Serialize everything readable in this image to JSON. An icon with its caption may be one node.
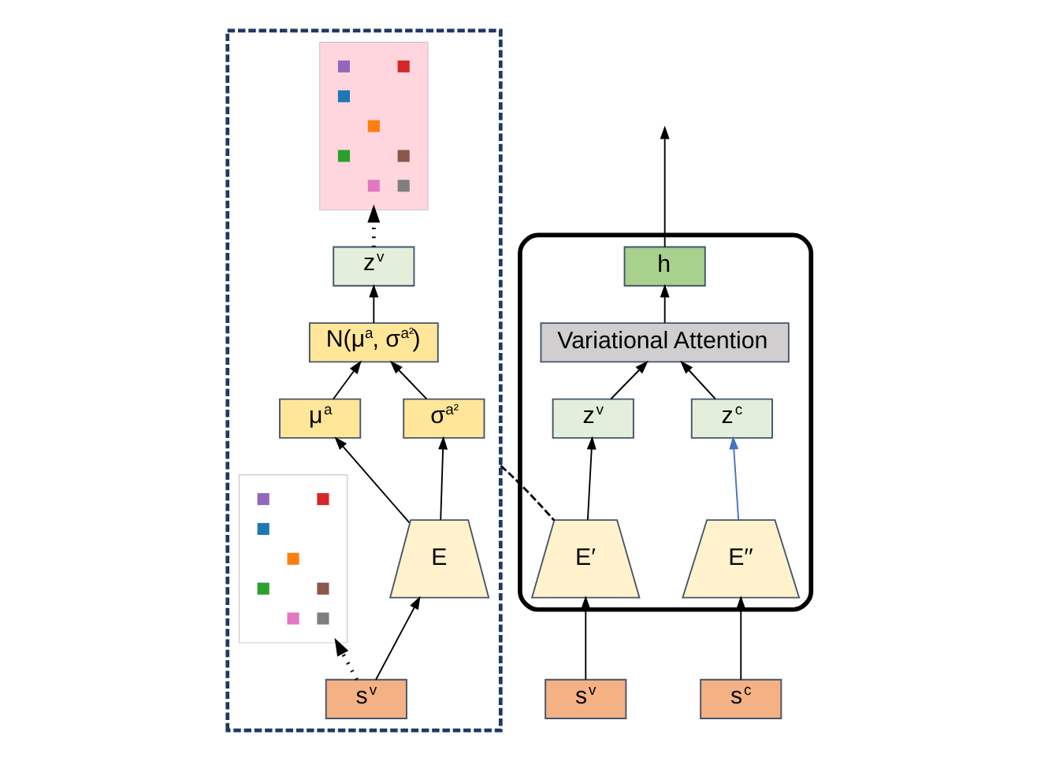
{
  "diagram": {
    "nodes": [
      {
        "text": [],
        "shape": "box"
      },
      {
        "text": [],
        "shape": "picture",
        "in": 0
      },
      {
        "text": [
          "z$^{v}$"
        ],
        "in": 0
      },
      {
        "text": [
          "N(μ$^{a}$, σ$^{a²}$)"
        ],
        "in": 0
      },
      {
        "text": [
          "μ$^{a}$"
        ],
        "in": 0
      },
      {
        "text": [
          "σ$^{a²}$"
        ],
        "in": 0
      },
      {
        "text": [],
        "shape": "picture",
        "in": 0
      },
      {
        "text": [
          "E"
        ],
        "in": 0
      },
      {
        "text": [
          "s$^{v}$"
        ],
        "in": 0
      },
      {
        "text": [],
        "shape": "box"
      },
      {
        "text": [
          "h"
        ],
        "in": 9
      },
      {
        "text": [
          "Variational Attention"
        ],
        "in": 9
      },
      {
        "text": [
          "z$^{v}$"
        ],
        "in": 9
      },
      {
        "text": [
          "z$^{c}$"
        ],
        "in": 9
      },
      {
        "text": [
          "E′"
        ],
        "in": 9
      },
      {
        "text": [
          "E′′"
        ],
        "in": 9
      },
      {
        "text": [
          "s$^{v}$"
        ]
      },
      {
        "text": [
          "s$^{c}$"
        ]
      }
    ],
    "edges": [
      {
        "from": 2,
        "to": 1,
        "arrow": "to",
        "style": "dashed"
      },
      {
        "from": 3,
        "to": 2,
        "arrow": "to"
      },
      {
        "from": 4,
        "to": 3,
        "arrow": "to"
      },
      {
        "from": 5,
        "to": 3,
        "arrow": "to"
      },
      {
        "from": 7,
        "to": 4,
        "arrow": "to"
      },
      {
        "from": 7,
        "to": 5,
        "arrow": "to"
      },
      {
        "from": 8,
        "to": 7,
        "arrow": "to"
      },
      {
        "from": 8,
        "to": 6,
        "arrow": "to",
        "style": "dashed"
      },
      {
        "from": 0,
        "to": 14,
        "arrow": "none",
        "style": "dashed"
      },
      {
        "from": 12,
        "to": 11,
        "arrow": "to"
      },
      {
        "from": 13,
        "to": 11,
        "arrow": "to"
      },
      {
        "from": 14,
        "to": 12,
        "arrow": "to"
      },
      {
        "from": 15,
        "to": 13,
        "arrow": "to",
        "color": "#4472c4"
      },
      {
        "from": 16,
        "to": 14,
        "arrow": "to"
      },
      {
        "from": 17,
        "to": 15,
        "arrow": "to"
      },
      {
        "from": 11,
        "to": 10,
        "arrow": "to"
      },
      {
        "from": 10,
        "to": null,
        "arrow": "to"
      }
    ]
  }
}
